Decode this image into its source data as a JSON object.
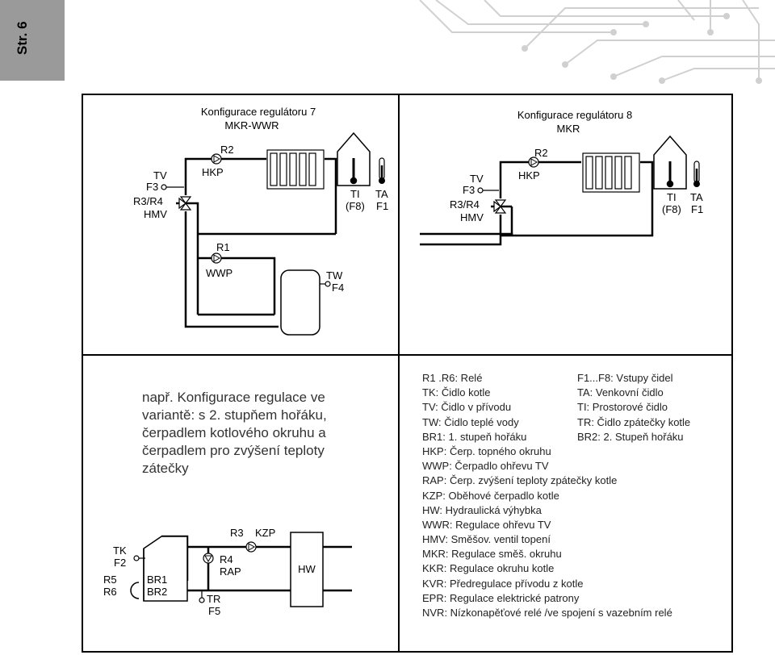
{
  "page_label": "Str. 6",
  "config7": {
    "title1": "Konfigurace regulátoru 7",
    "title2": "MKR-WWR",
    "r2": "R2",
    "hkp": "HKP",
    "tv": "TV",
    "f3": "F3",
    "r3r4": "R3/R4",
    "hmv": "HMV",
    "ti": "TI",
    "f8": "(F8)",
    "ta": "TA",
    "f1": "F1",
    "r1": "R1",
    "wwp": "WWP",
    "tw": "TW",
    "f4": "F4"
  },
  "config8": {
    "title1": "Konfigurace regulátoru 8",
    "title2": "MKR",
    "r2": "R2",
    "hkp": "HKP",
    "tv": "TV",
    "f3": "F3",
    "r3r4": "R3/R4",
    "hmv": "HMV",
    "ti": "TI",
    "f8": "(F8)",
    "ta": "TA",
    "f1": "F1"
  },
  "boiler": {
    "tk": "TK",
    "f2": "F2",
    "r5": "R5",
    "r6": "R6",
    "br1": "BR1",
    "br2": "BR2",
    "r3": "R3",
    "kzp": "KZP",
    "r4": "R4",
    "rap": "RAP",
    "tr": "TR",
    "f5": "F5",
    "hw": "HW"
  },
  "description": "např. Konfigurace regulace ve variantě: s 2. stupňem hořáku, čerpadlem kotlového okruhu a čerpadlem pro zvýšení teploty zátečky",
  "legend_left": [
    "R1 .R6: Relé",
    "TK: Čidlo kotle",
    "TV: Čidlo v přívodu",
    "TW: Čidlo teplé vody",
    "BR1: 1. stupeň hořáku",
    "HKP: Čerp. topného okruhu",
    "WWP: Čerpadlo ohřevu TV",
    "RAP: Čerp. zvýšení teploty zpátečky kotle",
    "KZP: Oběhové čerpadlo kotle",
    "HW: Hydraulická výhybka",
    "WWR: Regulace ohřevu TV",
    "HMV: Směšov. ventil topení",
    "MKR: Regulace směš. okruhu",
    "KKR: Regulace okruhu kotle",
    "KVR: Předregulace přívodu z kotle",
    "EPR: Regulace elektrické patrony",
    "NVR: Nízkonapěťové relé /ve spojení s vazebním relé"
  ],
  "legend_right": [
    "F1...F8: Vstupy čidel",
    "TA: Venkovní čidlo",
    "TI: Prostorové čidlo",
    "TR: Čidlo zpátečky kotle",
    "BR2: 2. Stupeň hořáku"
  ]
}
